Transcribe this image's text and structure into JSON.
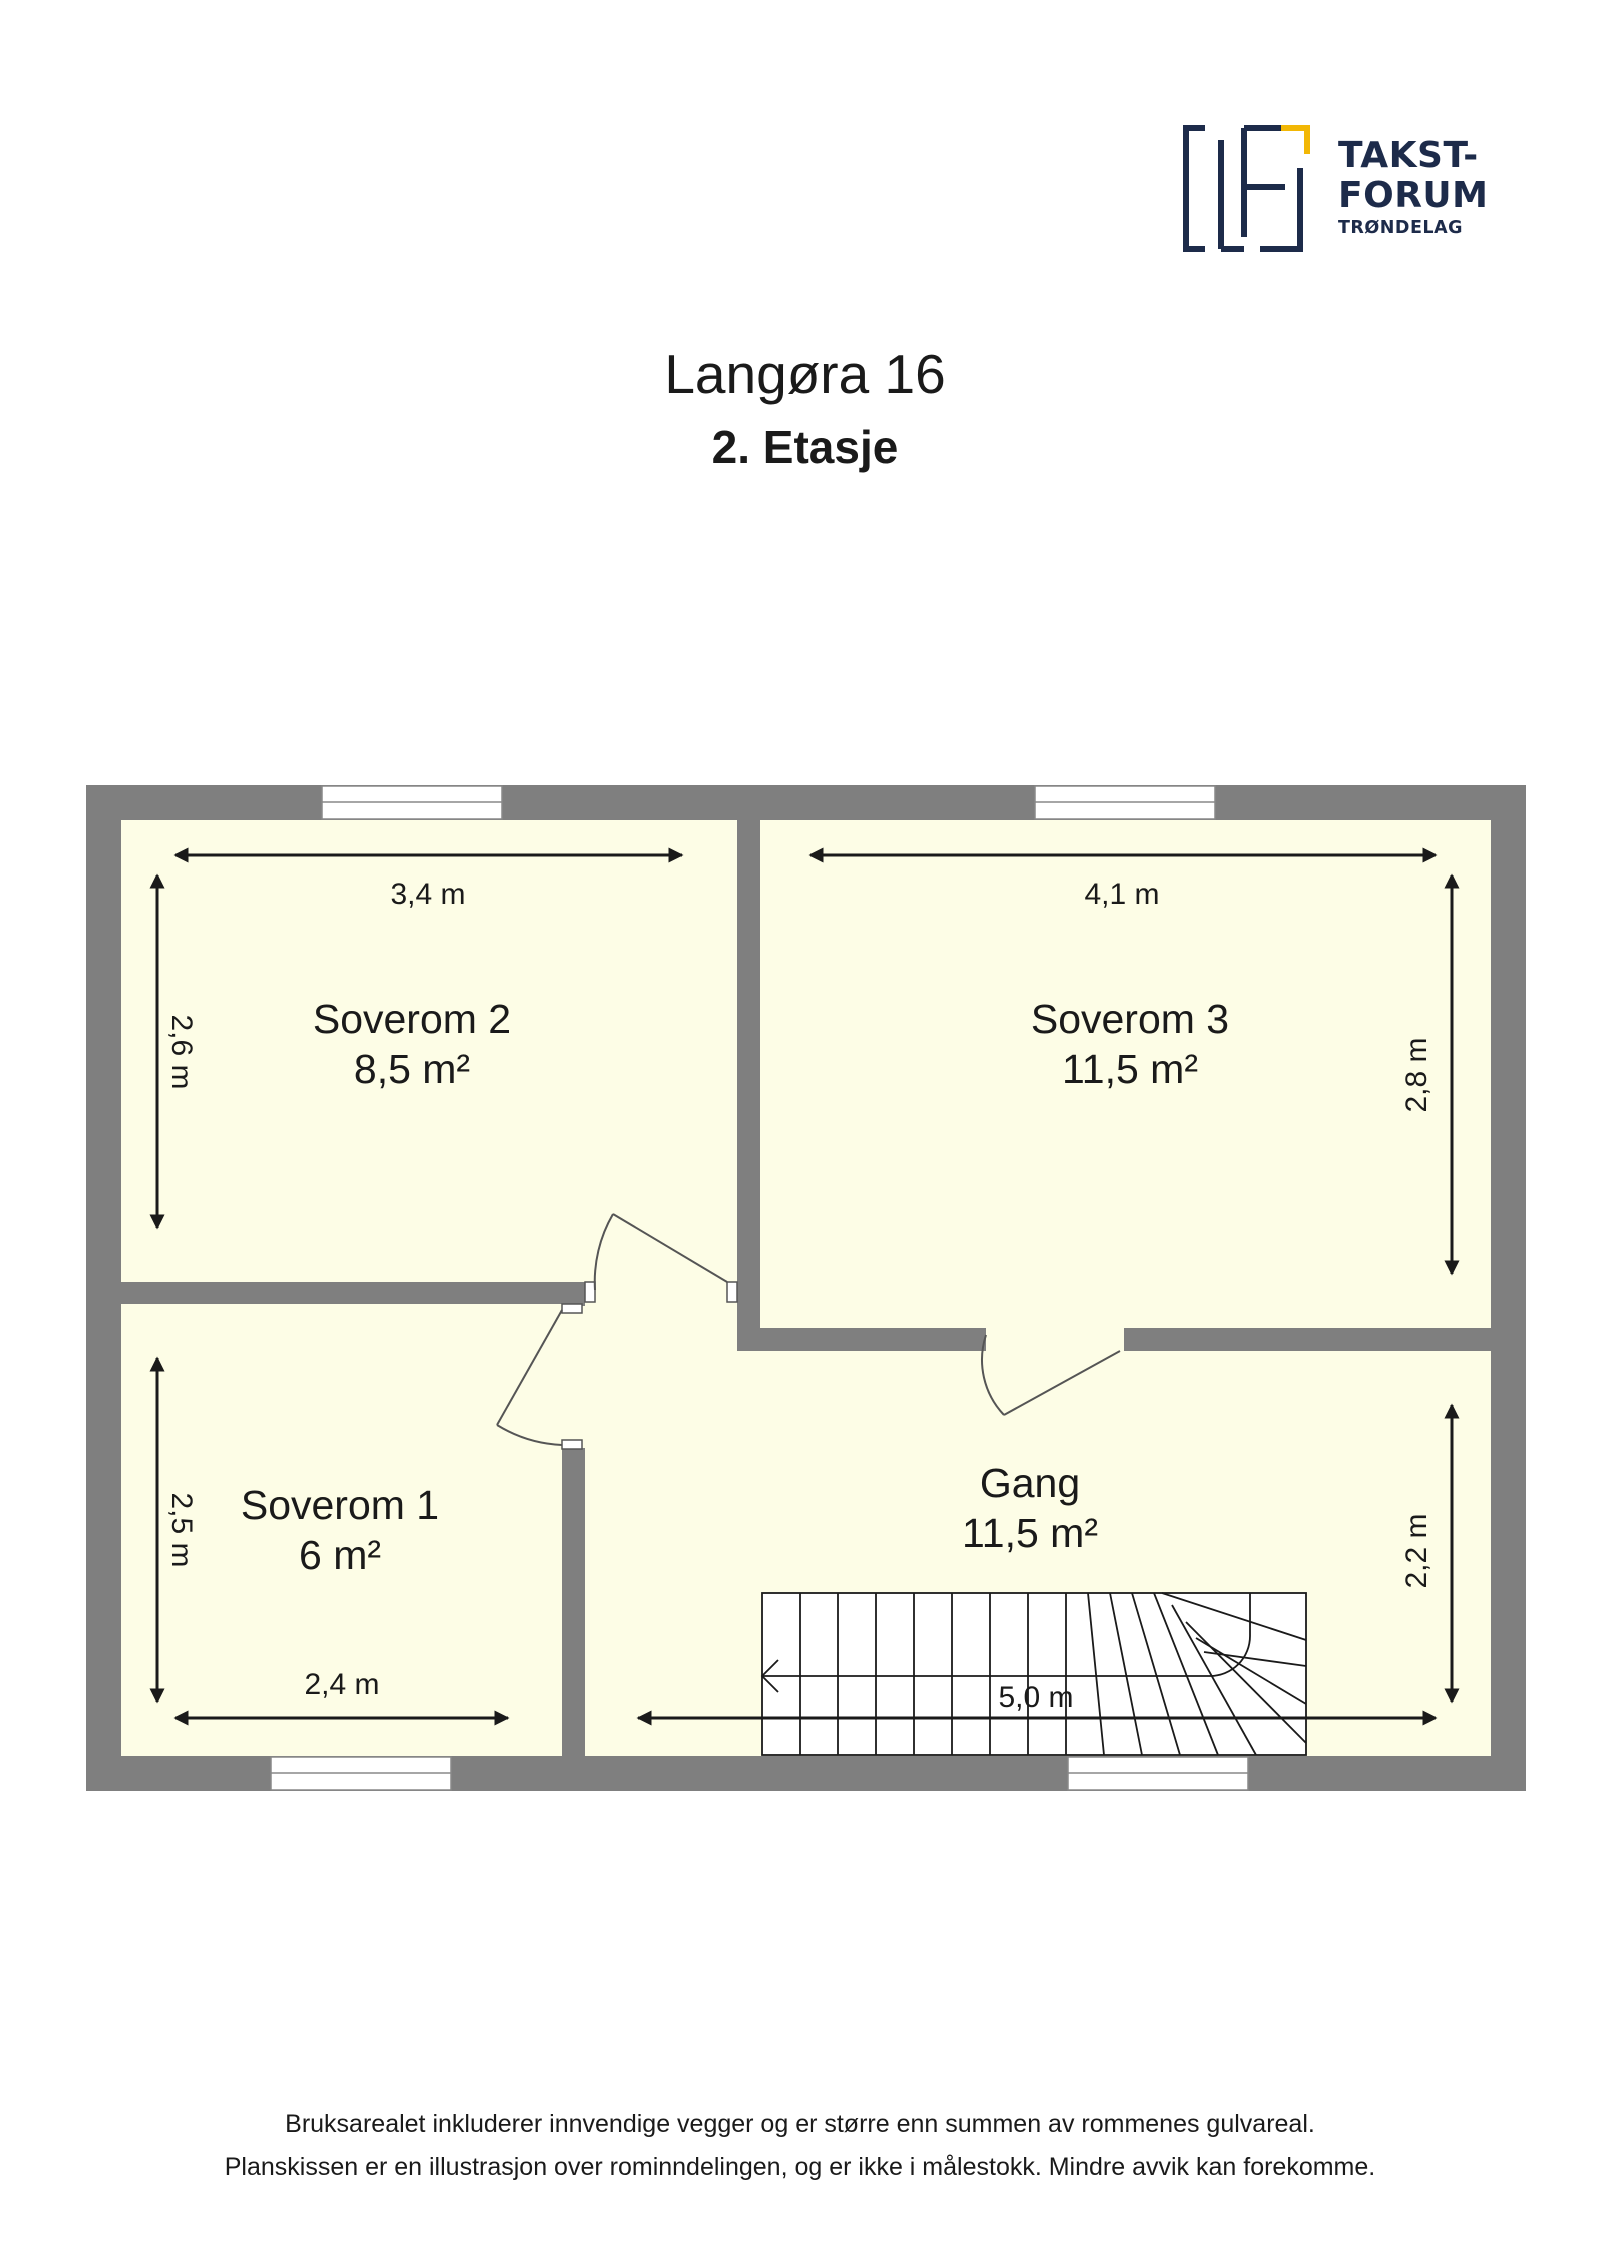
{
  "logo": {
    "line1": "TAKST-",
    "line2": "FORUM",
    "line3": "TRØNDELAG",
    "icon": "takst-forum-logo-icon",
    "navy": "#1d2b4a",
    "gold": "#f2b705"
  },
  "header": {
    "title": "Langøra 16",
    "subtitle": "2. Etasje"
  },
  "rooms": [
    {
      "name": "Soverom 2",
      "area": "8,5 m²",
      "width": "3,4 m",
      "depth": "2,6 m"
    },
    {
      "name": "Soverom 3",
      "area": "11,5 m²",
      "width": "4,1 m",
      "depth": "2,8 m"
    },
    {
      "name": "Soverom 1",
      "area": "6 m²",
      "width": "2,4 m",
      "depth": "2,5 m"
    },
    {
      "name": "Gang",
      "area": "11,5 m²",
      "width": "5,0 m",
      "depth": "2,2 m"
    }
  ],
  "colors": {
    "wall": "#7f7f7f",
    "floor": "#fdfde6",
    "line": "#1a1a1a"
  },
  "footer": {
    "line1": "Bruksarealet inkluderer innvendige vegger og er større enn summen av rommenes gulvareal.",
    "line2": "Planskissen er en illustrasjon over rominndelingen, og er ikke i målestokk. Mindre avvik kan forekomme."
  }
}
